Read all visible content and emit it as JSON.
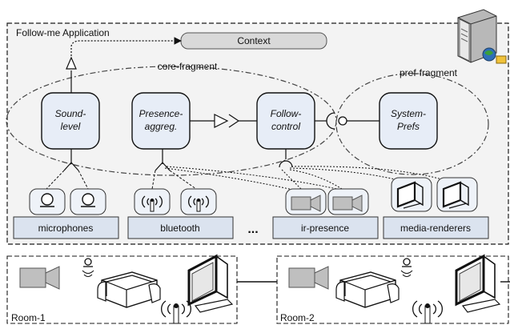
{
  "app": {
    "title": "Follow-me Application",
    "context_label": "Context"
  },
  "fragments": {
    "core": "core-fragment",
    "pref": "pref-fragment"
  },
  "components": {
    "sound_level": [
      "Sound-",
      "level"
    ],
    "presence_aggreg": [
      "Presence-",
      "aggreg."
    ],
    "follow_control": [
      "Follow-",
      "control"
    ],
    "system_prefs": [
      "System-",
      "Prefs"
    ]
  },
  "device_groups": {
    "microphones": "microphones",
    "bluetooth": "bluetooth",
    "ellipsis": "...",
    "ir_presence": "ir-presence",
    "media_renderers": "media-renderers"
  },
  "rooms": {
    "room1": "Room-1",
    "room2": "Room-2"
  },
  "icons": {
    "server": "server-icon",
    "microphone": "microphone-icon",
    "bluetooth": "bluetooth-icon",
    "camera": "ir-camera-icon",
    "monitor": "monitor-icon",
    "sofa": "sofa-icon",
    "lamp": "lamp-icon"
  },
  "colors": {
    "panel_fill": "#f3f3f3",
    "context_fill": "#d9d9d9",
    "device_box_fill": "#dbe3ef",
    "camera_fill": "#bfbfbf",
    "stroke": "#1a1a1a"
  }
}
